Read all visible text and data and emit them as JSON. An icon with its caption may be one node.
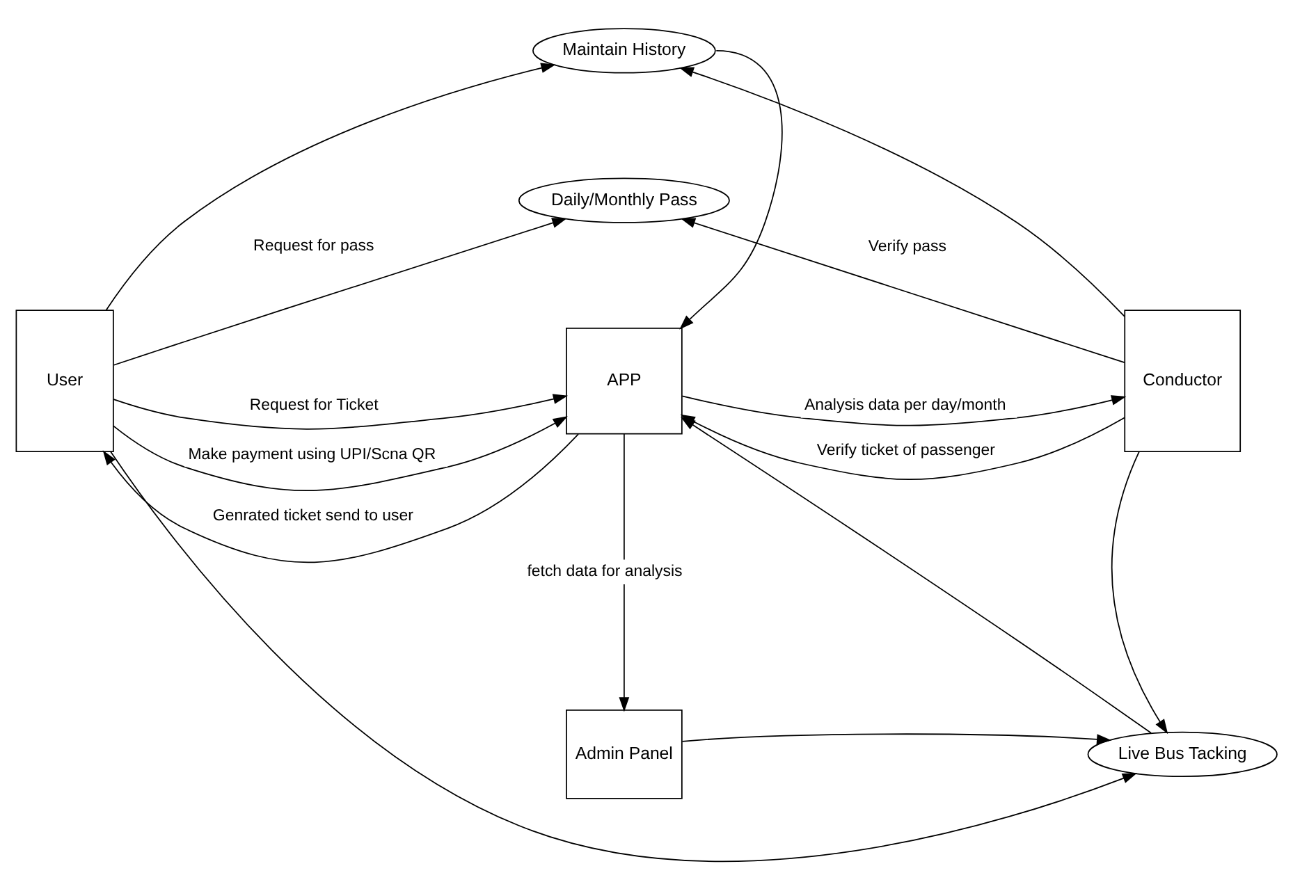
{
  "diagram": {
    "nodes": [
      {
        "text": [
          "Maintain History"
        ]
      },
      {
        "text": [
          "Daily/Monthly Pass"
        ]
      },
      {
        "text": [
          "User"
        ]
      },
      {
        "text": [
          "APP"
        ]
      },
      {
        "text": [
          "Conductor"
        ]
      },
      {
        "text": [
          "Admin Panel"
        ]
      },
      {
        "text": [
          "Live Bus Tacking"
        ]
      }
    ],
    "edges": [
      {
        "from": 2,
        "to": 0,
        "arrow": "to"
      },
      {
        "from": 2,
        "to": 1,
        "arrow": "to",
        "label": "Request for pass"
      },
      {
        "from": 0,
        "to": 3,
        "arrow": "to"
      },
      {
        "from": 4,
        "to": 0,
        "arrow": "to"
      },
      {
        "from": 4,
        "to": 1,
        "arrow": "to",
        "label": "Verify pass"
      },
      {
        "from": 2,
        "to": 3,
        "arrow": "to",
        "label": "Request for Ticket"
      },
      {
        "from": 2,
        "to": 3,
        "arrow": "to",
        "label": "Make payment using UPI/Scna QR"
      },
      {
        "from": 3,
        "to": 2,
        "arrow": "to",
        "label": "Genrated ticket send to user"
      },
      {
        "from": 3,
        "to": 4,
        "arrow": "to",
        "label": "Analysis data per day/month"
      },
      {
        "from": 4,
        "to": 3,
        "arrow": "to",
        "label": "Verify ticket of passenger"
      },
      {
        "from": 3,
        "to": 5,
        "arrow": "to",
        "label": "fetch data for analysis"
      },
      {
        "from": 6,
        "to": 3,
        "arrow": "to"
      },
      {
        "from": 4,
        "to": 6,
        "arrow": "to"
      },
      {
        "from": 5,
        "to": 6,
        "arrow": "to"
      },
      {
        "from": 2,
        "to": 6,
        "arrow": "to"
      }
    ]
  }
}
